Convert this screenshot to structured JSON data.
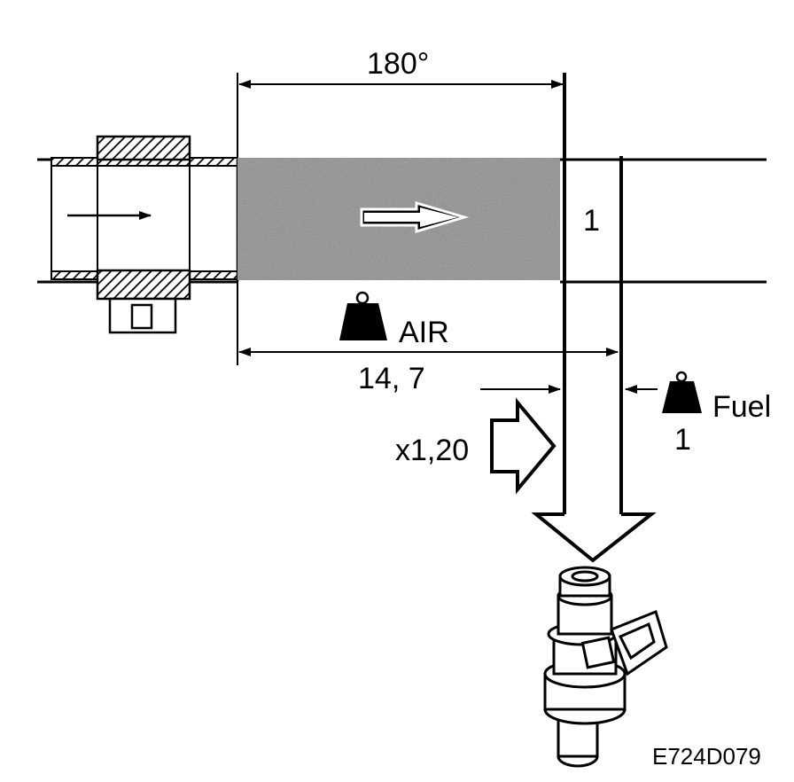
{
  "diagram": {
    "angle_label": "180°",
    "section_number": "1",
    "air_label": "AIR",
    "air_ratio": "14, 7",
    "multiplier": "x1,20",
    "fuel_label": "Fuel",
    "fuel_ratio": "1",
    "figure_code": "E724D079"
  },
  "colors": {
    "ink": "#000000",
    "paper": "#ffffff",
    "air_fill": "#8a8a8a"
  }
}
